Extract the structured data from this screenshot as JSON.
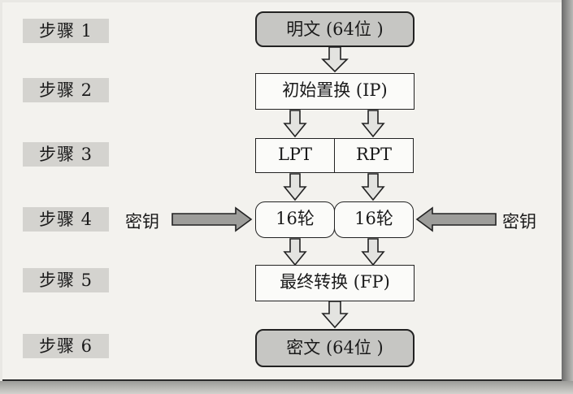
{
  "steps": [
    "步骤 1",
    "步骤 2",
    "步骤 3",
    "步骤 4",
    "步骤 5",
    "步骤 6"
  ],
  "nodes": {
    "plaintext": "明文 (64位 )",
    "initial_permutation": "初始置换 (IP)",
    "lpt": "LPT",
    "rpt": "RPT",
    "rounds_left": "16轮",
    "rounds_right": "16轮",
    "final_permutation": "最终转换 (FP)",
    "ciphertext": "密文 (64位 )"
  },
  "keys": {
    "left": "密钥",
    "right": "密钥"
  },
  "colors": {
    "terminal_fill": "#c6c6c3",
    "step_fill": "#d4d3cf",
    "arrow_fill": "#e3e3e0",
    "key_arrow_fill": "#9d9d9a"
  }
}
